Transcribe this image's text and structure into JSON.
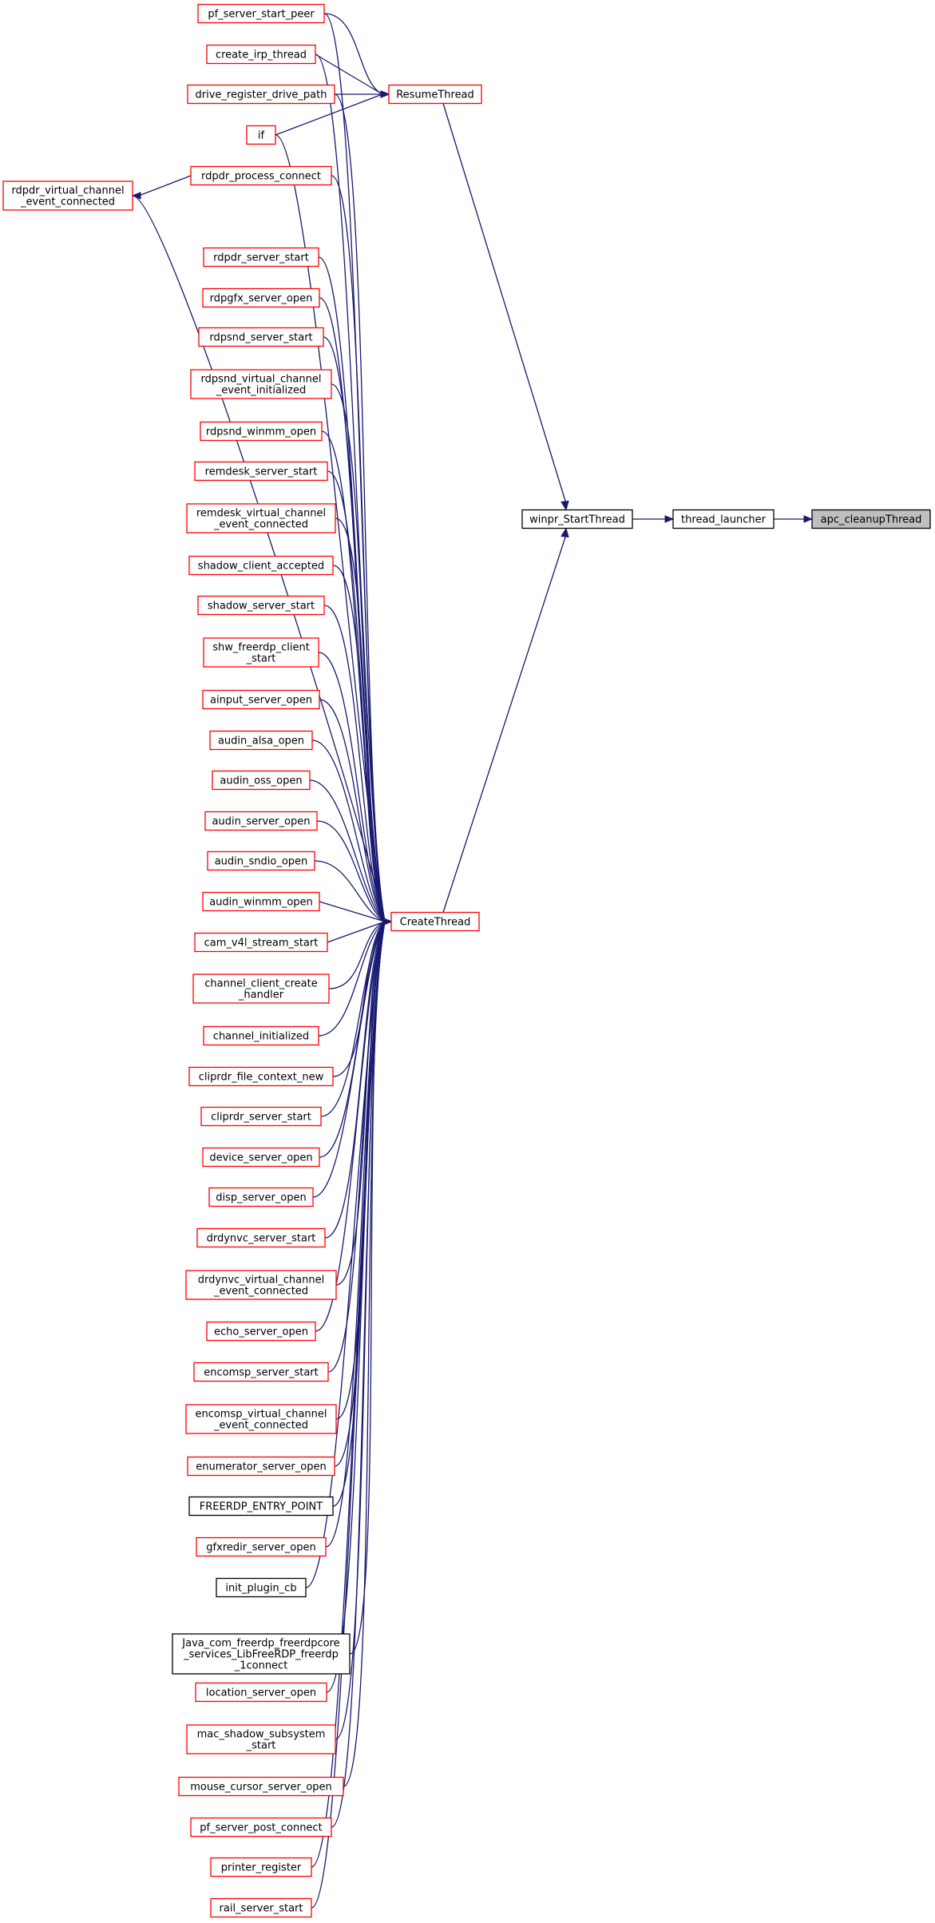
{
  "graph": {
    "title": "apc_cleanupThread",
    "colors": {
      "edge": "#191970",
      "leaf_border": "#ff0000",
      "normal_border": "#000000",
      "focus_fill": "#bfbfbf",
      "node_fill": "#ffffff"
    },
    "nodes": [
      {
        "id": "apc_cleanupThread",
        "lines": [
          "apc_cleanupThread"
        ],
        "kind": "focus"
      },
      {
        "id": "thread_launcher",
        "lines": [
          "thread_launcher"
        ],
        "kind": "normal"
      },
      {
        "id": "winpr_StartThread",
        "lines": [
          "winpr_StartThread"
        ],
        "kind": "normal"
      },
      {
        "id": "ResumeThread",
        "lines": [
          "ResumeThread"
        ],
        "kind": "red"
      },
      {
        "id": "CreateThread",
        "lines": [
          "CreateThread"
        ],
        "kind": "red"
      },
      {
        "id": "pf_server_start_peer",
        "lines": [
          "pf_server_start_peer"
        ],
        "kind": "red"
      },
      {
        "id": "create_irp_thread",
        "lines": [
          "create_irp_thread"
        ],
        "kind": "red"
      },
      {
        "id": "drive_register_drive_path",
        "lines": [
          "drive_register_drive_path"
        ],
        "kind": "red"
      },
      {
        "id": "if",
        "lines": [
          "if"
        ],
        "kind": "red"
      },
      {
        "id": "rdpdr_process_connect",
        "lines": [
          "rdpdr_process_connect"
        ],
        "kind": "red"
      },
      {
        "id": "rdpdr_virtual_channel_event_connected",
        "lines": [
          "rdpdr_virtual_channel",
          "_event_connected"
        ],
        "kind": "red"
      },
      {
        "id": "rdpdr_server_start",
        "lines": [
          "rdpdr_server_start"
        ],
        "kind": "red"
      },
      {
        "id": "rdpgfx_server_open",
        "lines": [
          "rdpgfx_server_open"
        ],
        "kind": "red"
      },
      {
        "id": "rdpsnd_server_start",
        "lines": [
          "rdpsnd_server_start"
        ],
        "kind": "red"
      },
      {
        "id": "rdpsnd_virtual_channel_event_initialized",
        "lines": [
          "rdpsnd_virtual_channel",
          "_event_initialized"
        ],
        "kind": "red"
      },
      {
        "id": "rdpsnd_winmm_open",
        "lines": [
          "rdpsnd_winmm_open"
        ],
        "kind": "red"
      },
      {
        "id": "remdesk_server_start",
        "lines": [
          "remdesk_server_start"
        ],
        "kind": "red"
      },
      {
        "id": "remdesk_virtual_channel_event_connected",
        "lines": [
          "remdesk_virtual_channel",
          "_event_connected"
        ],
        "kind": "red"
      },
      {
        "id": "shadow_client_accepted",
        "lines": [
          "shadow_client_accepted"
        ],
        "kind": "red"
      },
      {
        "id": "shadow_server_start",
        "lines": [
          "shadow_server_start"
        ],
        "kind": "red"
      },
      {
        "id": "shw_freerdp_client_start",
        "lines": [
          "shw_freerdp_client",
          "_start"
        ],
        "kind": "red"
      },
      {
        "id": "ainput_server_open",
        "lines": [
          "ainput_server_open"
        ],
        "kind": "red"
      },
      {
        "id": "audin_alsa_open",
        "lines": [
          "audin_alsa_open"
        ],
        "kind": "red"
      },
      {
        "id": "audin_oss_open",
        "lines": [
          "audin_oss_open"
        ],
        "kind": "red"
      },
      {
        "id": "audin_server_open",
        "lines": [
          "audin_server_open"
        ],
        "kind": "red"
      },
      {
        "id": "audin_sndio_open",
        "lines": [
          "audin_sndio_open"
        ],
        "kind": "red"
      },
      {
        "id": "audin_winmm_open",
        "lines": [
          "audin_winmm_open"
        ],
        "kind": "red"
      },
      {
        "id": "cam_v4l_stream_start",
        "lines": [
          "cam_v4l_stream_start"
        ],
        "kind": "red"
      },
      {
        "id": "channel_client_create_handler",
        "lines": [
          "channel_client_create",
          "_handler"
        ],
        "kind": "red"
      },
      {
        "id": "channel_initialized",
        "lines": [
          "channel_initialized"
        ],
        "kind": "red"
      },
      {
        "id": "cliprdr_file_context_new",
        "lines": [
          "cliprdr_file_context_new"
        ],
        "kind": "red"
      },
      {
        "id": "cliprdr_server_start",
        "lines": [
          "cliprdr_server_start"
        ],
        "kind": "red"
      },
      {
        "id": "device_server_open",
        "lines": [
          "device_server_open"
        ],
        "kind": "red"
      },
      {
        "id": "disp_server_open",
        "lines": [
          "disp_server_open"
        ],
        "kind": "red"
      },
      {
        "id": "drdynvc_server_start",
        "lines": [
          "drdynvc_server_start"
        ],
        "kind": "red"
      },
      {
        "id": "drdynvc_virtual_channel_event_connected",
        "lines": [
          "drdynvc_virtual_channel",
          "_event_connected"
        ],
        "kind": "red"
      },
      {
        "id": "echo_server_open",
        "lines": [
          "echo_server_open"
        ],
        "kind": "red"
      },
      {
        "id": "encomsp_server_start",
        "lines": [
          "encomsp_server_start"
        ],
        "kind": "red"
      },
      {
        "id": "encomsp_virtual_channel_event_connected",
        "lines": [
          "encomsp_virtual_channel",
          "_event_connected"
        ],
        "kind": "red"
      },
      {
        "id": "enumerator_server_open",
        "lines": [
          "enumerator_server_open"
        ],
        "kind": "red"
      },
      {
        "id": "FREERDP_ENTRY_POINT",
        "lines": [
          "FREERDP_ENTRY_POINT"
        ],
        "kind": "normal"
      },
      {
        "id": "gfxredir_server_open",
        "lines": [
          "gfxredir_server_open"
        ],
        "kind": "red"
      },
      {
        "id": "init_plugin_cb",
        "lines": [
          "init_plugin_cb"
        ],
        "kind": "normal"
      },
      {
        "id": "Java_com_freerdp",
        "lines": [
          "Java_com_freerdp_freerdpcore",
          "_services_LibFreeRDP_freerdp",
          "_1connect"
        ],
        "kind": "normal"
      },
      {
        "id": "location_server_open",
        "lines": [
          "location_server_open"
        ],
        "kind": "red"
      },
      {
        "id": "mac_shadow_subsystem_start",
        "lines": [
          "mac_shadow_subsystem",
          "_start"
        ],
        "kind": "red"
      },
      {
        "id": "mouse_cursor_server_open",
        "lines": [
          "mouse_cursor_server_open"
        ],
        "kind": "red"
      },
      {
        "id": "pf_server_post_connect",
        "lines": [
          "pf_server_post_connect"
        ],
        "kind": "red"
      },
      {
        "id": "printer_register",
        "lines": [
          "printer_register"
        ],
        "kind": "red"
      },
      {
        "id": "rail_server_start",
        "lines": [
          "rail_server_start"
        ],
        "kind": "red"
      }
    ],
    "edges": [
      {
        "from": "thread_launcher",
        "to": "apc_cleanupThread"
      },
      {
        "from": "winpr_StartThread",
        "to": "thread_launcher"
      },
      {
        "from": "ResumeThread",
        "to": "winpr_StartThread"
      },
      {
        "from": "CreateThread",
        "to": "winpr_StartThread"
      },
      {
        "from": "pf_server_start_peer",
        "to": "ResumeThread"
      },
      {
        "from": "create_irp_thread",
        "to": "ResumeThread"
      },
      {
        "from": "drive_register_drive_path",
        "to": "ResumeThread"
      },
      {
        "from": "if",
        "to": "ResumeThread"
      },
      {
        "from": "rdpdr_process_connect",
        "to": "rdpdr_virtual_channel_event_connected"
      },
      {
        "from": "pf_server_start_peer",
        "to": "CreateThread"
      },
      {
        "from": "create_irp_thread",
        "to": "CreateThread"
      },
      {
        "from": "drive_register_drive_path",
        "to": "CreateThread"
      },
      {
        "from": "if",
        "to": "CreateThread"
      },
      {
        "from": "rdpdr_process_connect",
        "to": "CreateThread"
      },
      {
        "from": "rdpdr_virtual_channel_event_connected",
        "to": "CreateThread"
      },
      {
        "from": "rdpdr_server_start",
        "to": "CreateThread"
      },
      {
        "from": "rdpgfx_server_open",
        "to": "CreateThread"
      },
      {
        "from": "rdpsnd_server_start",
        "to": "CreateThread"
      },
      {
        "from": "rdpsnd_virtual_channel_event_initialized",
        "to": "CreateThread"
      },
      {
        "from": "rdpsnd_winmm_open",
        "to": "CreateThread"
      },
      {
        "from": "remdesk_server_start",
        "to": "CreateThread"
      },
      {
        "from": "remdesk_virtual_channel_event_connected",
        "to": "CreateThread"
      },
      {
        "from": "shadow_client_accepted",
        "to": "CreateThread"
      },
      {
        "from": "shadow_server_start",
        "to": "CreateThread"
      },
      {
        "from": "shw_freerdp_client_start",
        "to": "CreateThread"
      },
      {
        "from": "ainput_server_open",
        "to": "CreateThread"
      },
      {
        "from": "audin_alsa_open",
        "to": "CreateThread"
      },
      {
        "from": "audin_oss_open",
        "to": "CreateThread"
      },
      {
        "from": "audin_server_open",
        "to": "CreateThread"
      },
      {
        "from": "audin_sndio_open",
        "to": "CreateThread"
      },
      {
        "from": "audin_winmm_open",
        "to": "CreateThread"
      },
      {
        "from": "cam_v4l_stream_start",
        "to": "CreateThread"
      },
      {
        "from": "channel_client_create_handler",
        "to": "CreateThread"
      },
      {
        "from": "channel_initialized",
        "to": "CreateThread"
      },
      {
        "from": "cliprdr_file_context_new",
        "to": "CreateThread"
      },
      {
        "from": "cliprdr_server_start",
        "to": "CreateThread"
      },
      {
        "from": "device_server_open",
        "to": "CreateThread"
      },
      {
        "from": "disp_server_open",
        "to": "CreateThread"
      },
      {
        "from": "drdynvc_server_start",
        "to": "CreateThread"
      },
      {
        "from": "drdynvc_virtual_channel_event_connected",
        "to": "CreateThread"
      },
      {
        "from": "echo_server_open",
        "to": "CreateThread"
      },
      {
        "from": "encomsp_server_start",
        "to": "CreateThread"
      },
      {
        "from": "encomsp_virtual_channel_event_connected",
        "to": "CreateThread"
      },
      {
        "from": "enumerator_server_open",
        "to": "CreateThread"
      },
      {
        "from": "FREERDP_ENTRY_POINT",
        "to": "CreateThread"
      },
      {
        "from": "gfxredir_server_open",
        "to": "CreateThread"
      },
      {
        "from": "init_plugin_cb",
        "to": "CreateThread"
      },
      {
        "from": "Java_com_freerdp",
        "to": "CreateThread"
      },
      {
        "from": "location_server_open",
        "to": "CreateThread"
      },
      {
        "from": "mac_shadow_subsystem_start",
        "to": "CreateThread"
      },
      {
        "from": "mouse_cursor_server_open",
        "to": "CreateThread"
      },
      {
        "from": "pf_server_post_connect",
        "to": "CreateThread"
      },
      {
        "from": "printer_register",
        "to": "CreateThread"
      },
      {
        "from": "rail_server_start",
        "to": "CreateThread"
      }
    ]
  }
}
